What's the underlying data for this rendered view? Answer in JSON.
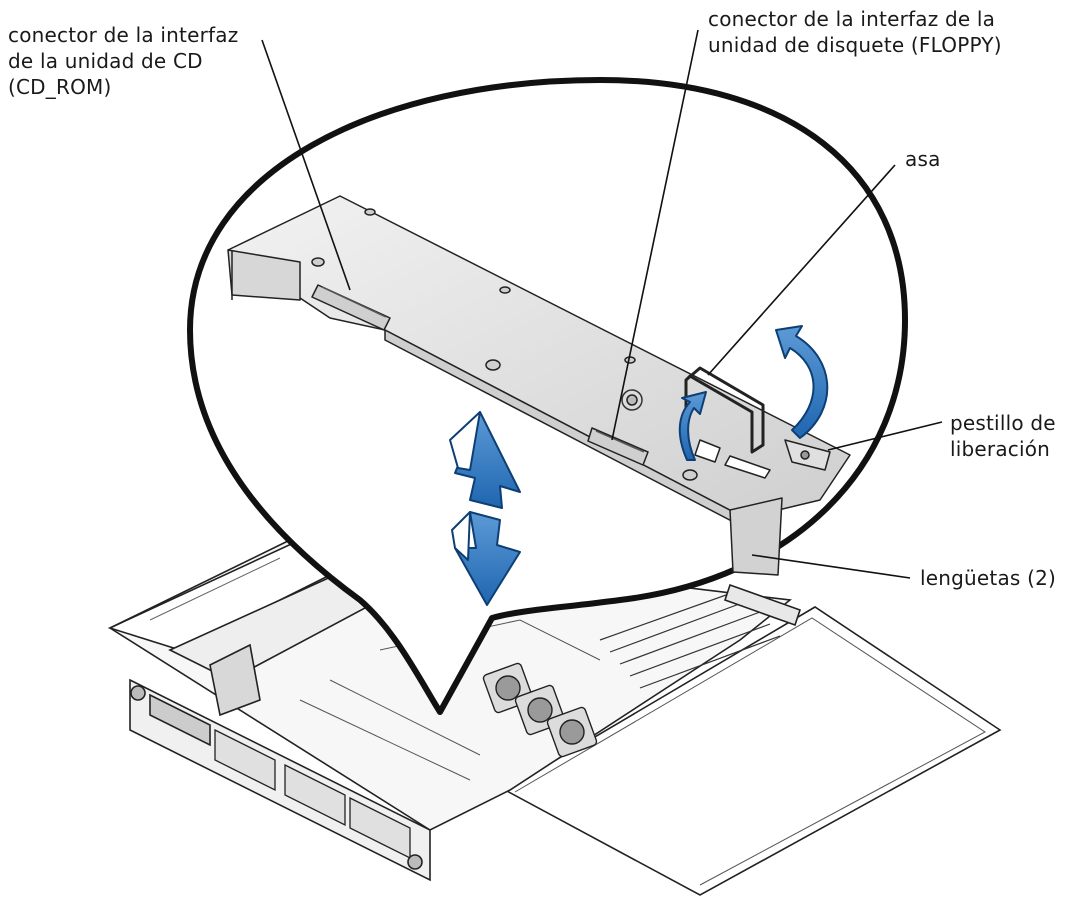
{
  "labels": {
    "cd_connector": [
      "conector de la interfaz",
      "de la unidad de CD",
      "(CD_ROM)"
    ],
    "floppy_connector": [
      "conector de la interfaz de la",
      "unidad de disquete (FLOPPY)"
    ],
    "handle": "asa",
    "release_latch": [
      "pestillo de",
      "liberación"
    ],
    "tabs": "lengüetas (2)"
  },
  "colors": {
    "arrow_blue": "#1f66b0",
    "arrow_outline": "#0d3f75",
    "metal": "#e6e6e6",
    "metal_dark": "#b9b9b9",
    "outline": "#111111"
  }
}
